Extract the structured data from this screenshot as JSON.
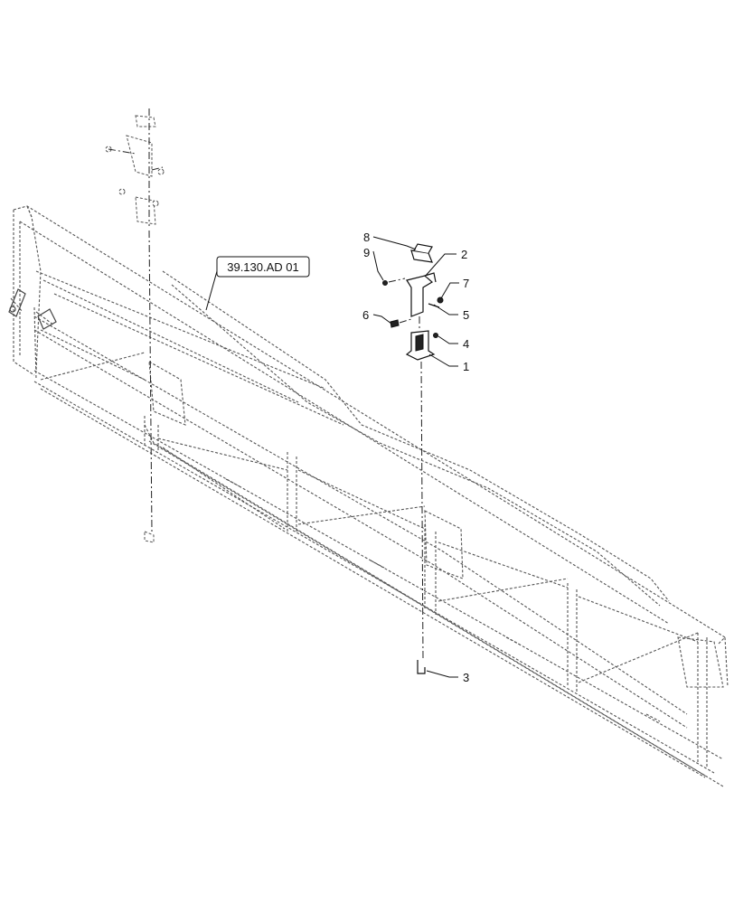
{
  "reference": {
    "label": "39.130.AD 01"
  },
  "callouts": [
    {
      "id": "c1",
      "label": "1"
    },
    {
      "id": "c2",
      "label": "2"
    },
    {
      "id": "c3",
      "label": "3"
    },
    {
      "id": "c4",
      "label": "4"
    },
    {
      "id": "c5",
      "label": "5"
    },
    {
      "id": "c6",
      "label": "6"
    },
    {
      "id": "c7",
      "label": "7"
    },
    {
      "id": "c8",
      "label": "8"
    },
    {
      "id": "c9",
      "label": "9"
    }
  ]
}
